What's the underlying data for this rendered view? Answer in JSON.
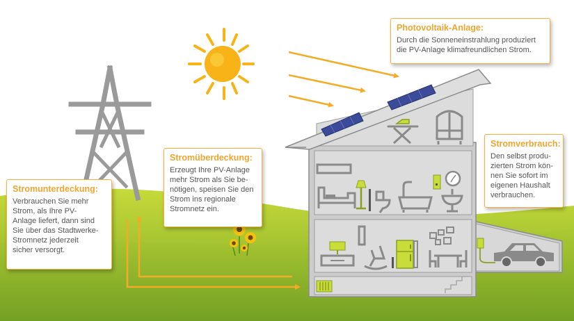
{
  "callouts": {
    "photovoltaik": {
      "title": "Photovoltaik-Anlage:",
      "lines": [
        "Durch die Sonneneinstrahlung produziert",
        "die PV-Anlage klimafreundlichen Strom."
      ]
    },
    "stromueberdeckung": {
      "title": "Stromüberdeckung:",
      "lines": [
        "Erzeugt Ihre PV-Anlage",
        "mehr Strom als Sie be-",
        "nötigen, speisen Sie den",
        "Strom ins regionale",
        "Stromnetz ein."
      ]
    },
    "stromunterdeckung": {
      "title": "Stromunterdeckung:",
      "lines": [
        "Verbrauchen Sie mehr",
        "Strom, als Ihre PV-",
        "Anlage liefert, dann sind",
        "Sie über das Stadtwerke-",
        "Stromnetz jederzeit",
        "sicher versorgt."
      ]
    },
    "stromverbrauch": {
      "title": "Stromverbrauch:",
      "lines": [
        "Den selbst produ-",
        "zierten Strom kön-",
        "nen Sie sofort im",
        "eigenen Haushalt",
        "verbrauchen."
      ]
    }
  },
  "colors": {
    "accent_orange": "#f0a530",
    "sun": "#f7b318",
    "grass_light": "#c6da3a",
    "grass_dark": "#79a625",
    "house": "#c5c5c5",
    "house_stroke": "#8c8c8c",
    "icon_gray": "#8a8a8a",
    "appliance_green": "#c8dc3a",
    "solar_panel": "#3b4b9a"
  },
  "icons": [
    "power-pylon-icon",
    "sun-icon",
    "solar-panel-icon",
    "ironing-board-icon",
    "wardrobe-icon",
    "air-conditioner-icon",
    "bed-icon",
    "floor-lamp-icon",
    "toilet-icon",
    "bathtub-icon",
    "water-heater-icon",
    "wall-clock-icon",
    "sink-icon",
    "tv-icon",
    "rocking-chair-icon",
    "fridge-icon",
    "dining-table-icon",
    "wallbox-icon",
    "car-icon",
    "heater-icon",
    "sunflower-icon"
  ]
}
